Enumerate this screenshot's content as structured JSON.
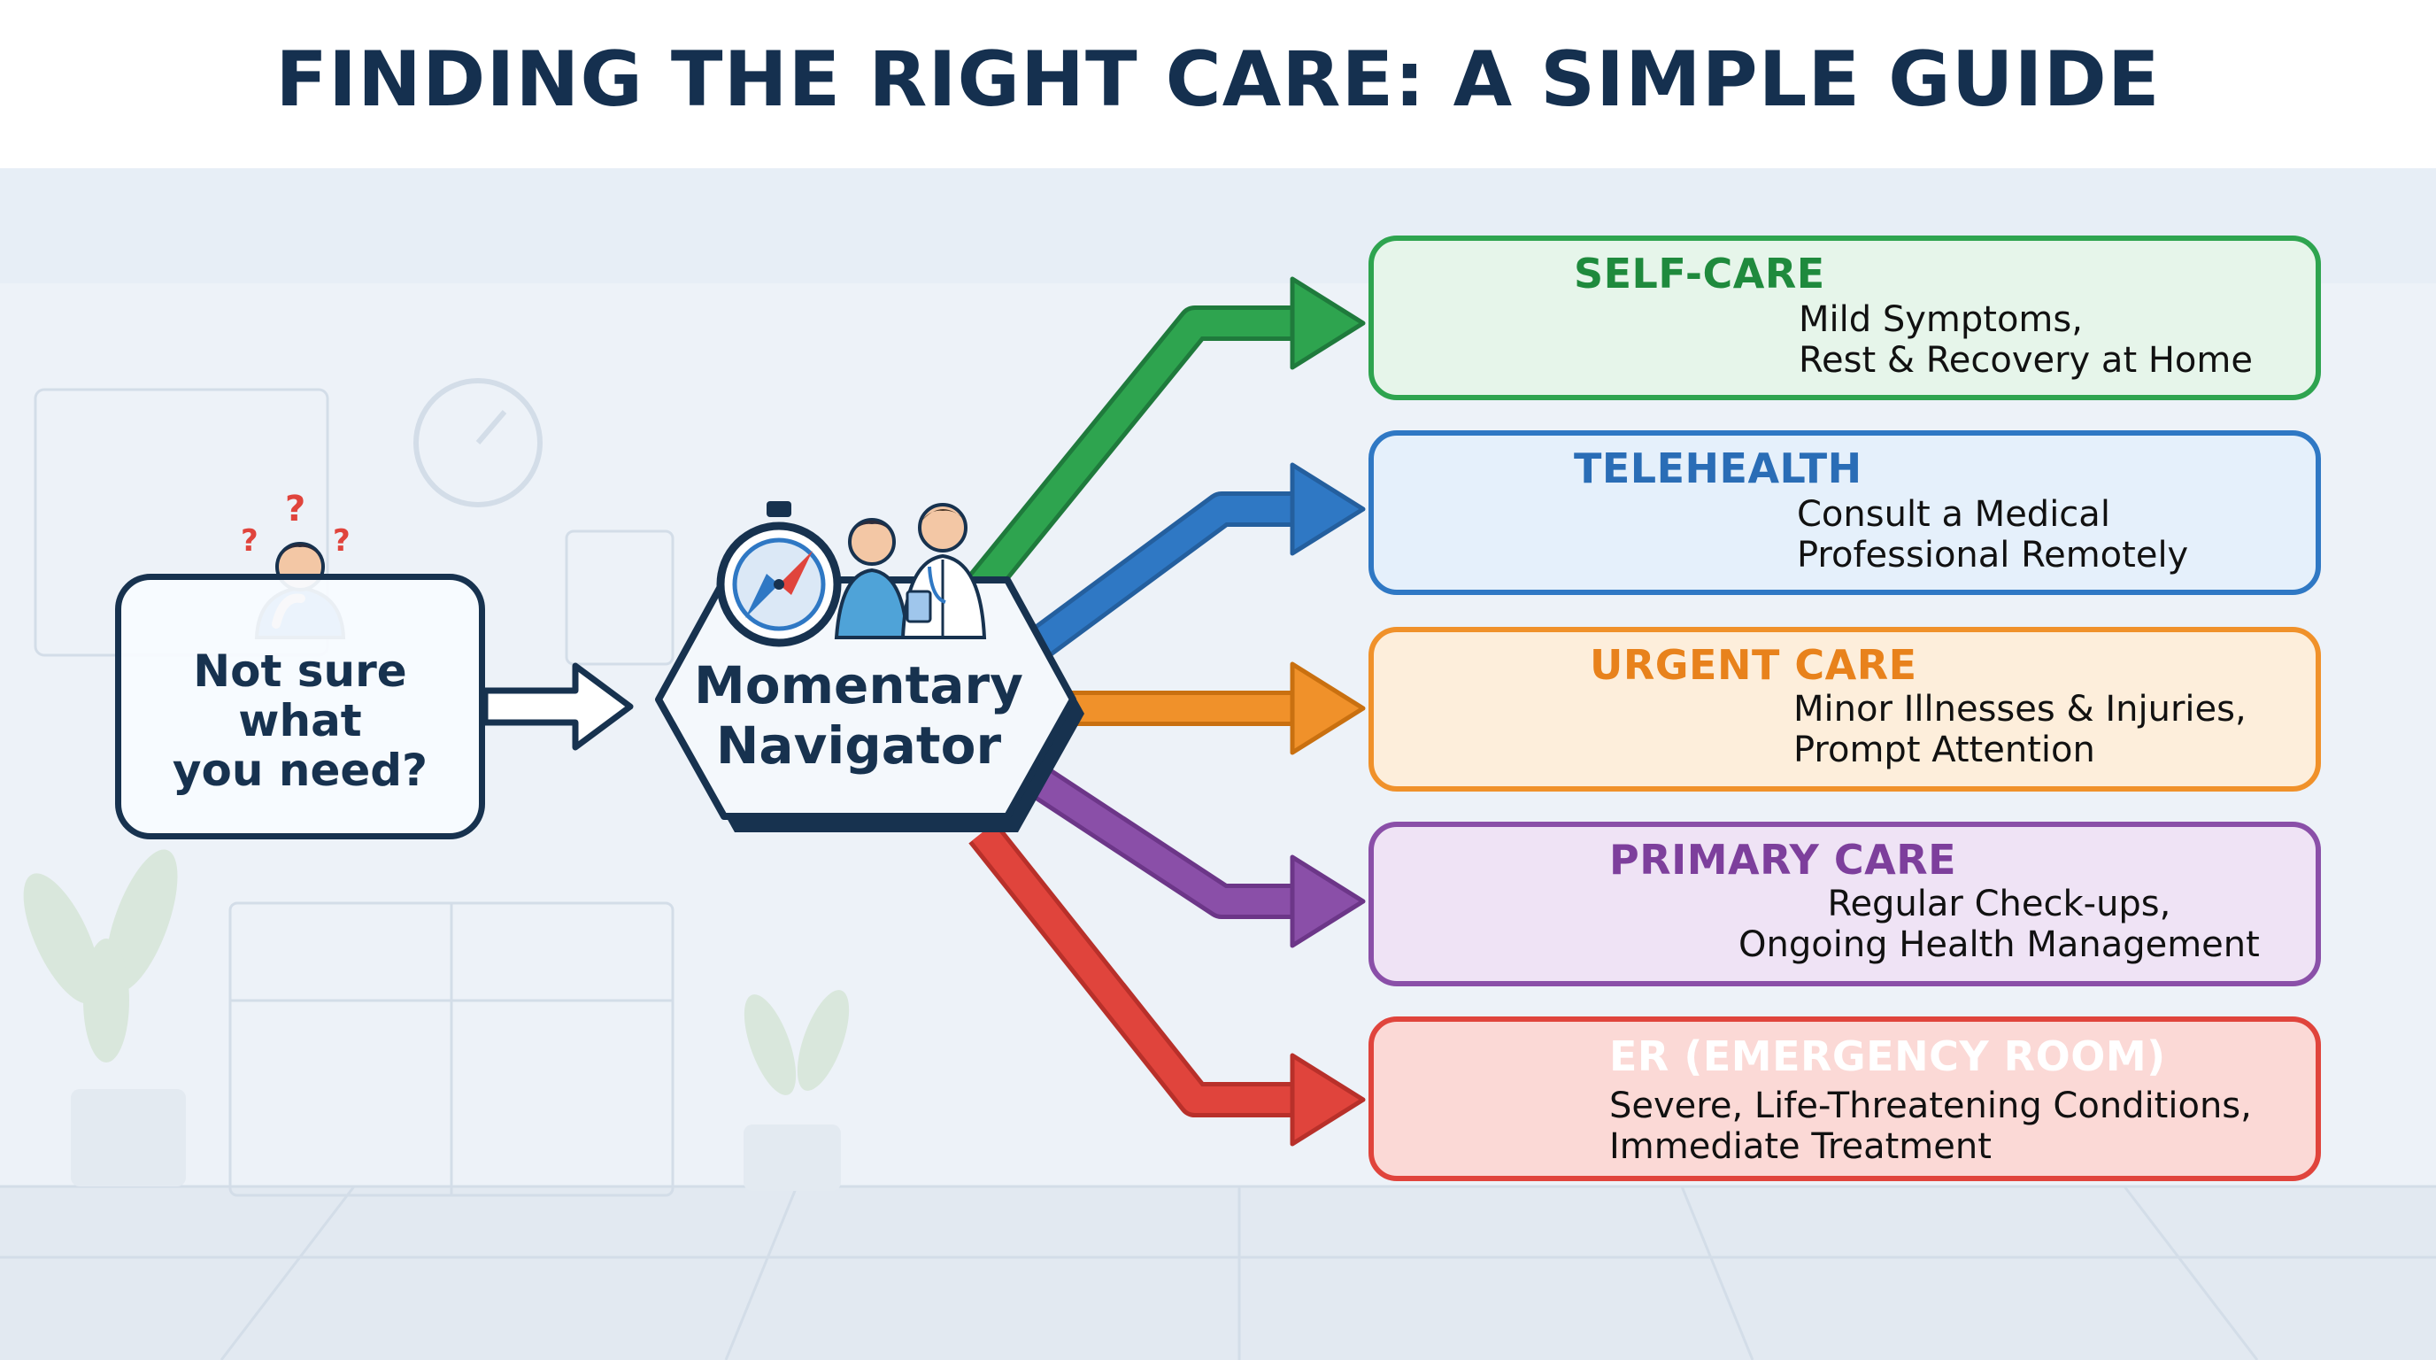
{
  "title": "FINDING THE RIGHT CARE: A SIMPLE GUIDE",
  "start": {
    "lines": [
      "Not sure",
      "what",
      "you need?"
    ]
  },
  "navigator": {
    "lines": [
      "Momentary",
      "Navigator"
    ]
  },
  "options": [
    {
      "title": "SELF-CARE",
      "lines": [
        "Mild Symptoms,",
        "Rest & Recovery at Home"
      ],
      "color": "#2ea44f",
      "bg": "#e6f5ea",
      "title_color": "#1f8a3d"
    },
    {
      "title": "TELEHEALTH",
      "lines": [
        "Consult a Medical",
        "Professional Remotely"
      ],
      "color": "#2f78c4",
      "bg": "#e5f0fb",
      "title_color": "#2a6db6"
    },
    {
      "title": "URGENT CARE",
      "lines": [
        "Minor Illnesses & Injuries,",
        "Prompt Attention"
      ],
      "color": "#f0912a",
      "bg": "#fdeedb",
      "title_color": "#e8821c"
    },
    {
      "title": "PRIMARY CARE",
      "lines": [
        "Regular Check-ups,",
        "Ongoing Health Management"
      ],
      "color": "#8a4fa8",
      "bg": "#efe3f5",
      "title_color": "#7d3f9c"
    },
    {
      "title": "ER (EMERGENCY ROOM)",
      "lines": [
        "Severe, Life-Threatening Conditions,",
        "Immediate Treatment"
      ],
      "color": "#e0443c",
      "bg": "#fbd9d6",
      "title_color": "#ffffff"
    }
  ]
}
